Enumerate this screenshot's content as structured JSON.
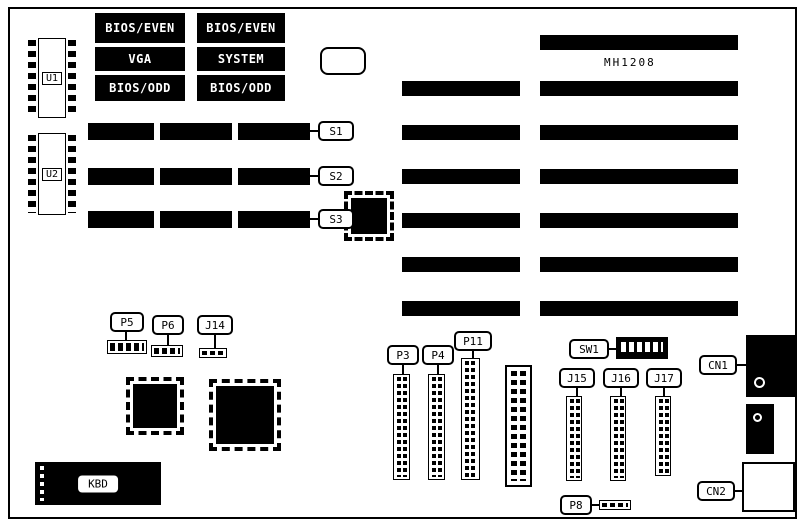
{
  "diagram": {
    "board_label": "MH1208",
    "chips": {
      "u1": "U1",
      "u2": "U2"
    },
    "roms": {
      "left": [
        "BIOS/EVEN",
        "VGA",
        "BIOS/ODD"
      ],
      "right": [
        "BIOS/EVEN",
        "SYSTEM",
        "BIOS/ODD"
      ]
    },
    "simm_labels": [
      "S1",
      "S2",
      "S3"
    ],
    "callouts": {
      "p3": "P3",
      "p4": "P4",
      "p5": "P5",
      "p6": "P6",
      "p8": "P8",
      "p11": "P11",
      "j14": "J14",
      "j15": "J15",
      "j16": "J16",
      "j17": "J17",
      "sw1": "SW1",
      "cn1": "CN1",
      "cn2": "CN2"
    },
    "kbd_label": "KBD"
  }
}
